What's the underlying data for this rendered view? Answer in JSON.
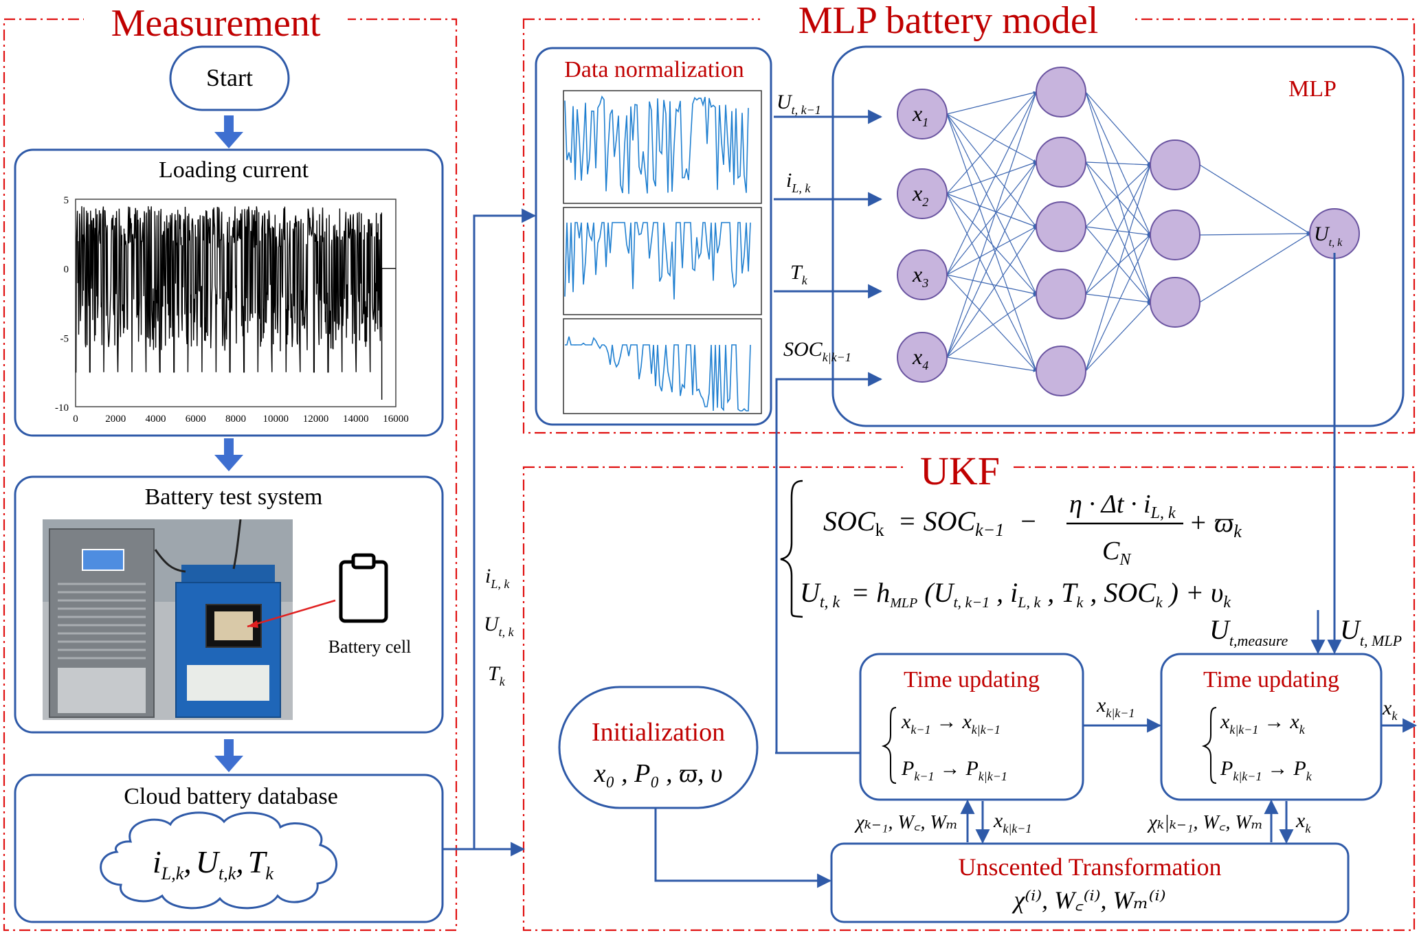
{
  "sections": {
    "measurement": "Measurement",
    "mlp_model": "MLP battery model",
    "ukf": "UKF"
  },
  "measurement": {
    "start": "Start",
    "loading_current": "Loading current",
    "battery_test_system": "Battery test system",
    "battery_cell": "Battery cell",
    "cloud_database": "Cloud battery database",
    "cloud_vars": [
      "i",
      "L,k",
      "U",
      "t,k",
      "T",
      "k"
    ]
  },
  "loading_chart": {
    "chart_data": {
      "type": "line",
      "title": "",
      "xlabel": "",
      "ylabel": "",
      "xlim": [
        0,
        16000
      ],
      "ylim": [
        -10,
        5
      ],
      "xticks": [
        "0",
        "2000",
        "4000",
        "6000",
        "8000",
        "10000",
        "12000",
        "14000",
        "16000"
      ],
      "yticks": [
        "5",
        "0",
        "-5",
        "-10"
      ],
      "series": [
        {
          "values_description": "dense charge/discharge current pulses between about -8 and 4.5 A, ending at 0 after about 15300 s"
        }
      ]
    }
  },
  "normalization": {
    "title": "Data normalization"
  },
  "mlp": {
    "label": "MLP",
    "inputs": [
      {
        "main": "U",
        "sub": "t, k−1"
      },
      {
        "main": "i",
        "sub": "L, k"
      },
      {
        "main": "T",
        "sub": "k"
      },
      {
        "main": "SOC",
        "sub": "k|k−1"
      }
    ],
    "input_nodes": [
      {
        "main": "x",
        "sub": "1"
      },
      {
        "main": "x",
        "sub": "2"
      },
      {
        "main": "x",
        "sub": "3"
      },
      {
        "main": "x",
        "sub": "4"
      }
    ],
    "output_node": {
      "main": "U",
      "sub": "t, k"
    }
  },
  "side_labels": [
    {
      "main": "i",
      "sub": "L, k"
    },
    {
      "main": "U",
      "sub": "t, k"
    },
    {
      "main": "T",
      "sub": "k"
    }
  ],
  "ukf": {
    "eq1": {
      "lhs": "SOC",
      "lhs_sub": "k",
      "rhs1": "= SOC",
      "rhs1_sub": "k−1",
      "num": "η · Δt · i",
      "num_sub": "L, k",
      "den": "C",
      "den_sub": "N",
      "noise": "+ ϖ",
      "noise_sub": "k"
    },
    "eq2": {
      "lhs": "U",
      "lhs_sub": "t, k",
      "eq": "= h",
      "h_sub": "MLP",
      "args": "(U",
      "a1_sub": "t, k−1",
      "a2": ", i",
      "a2_sub": "L, k",
      "a3": ", T",
      "a3_sub": "k",
      "a4": ", SOC",
      "a4_sub": "k",
      "tail": ") + υ",
      "tail_sub": "k"
    },
    "u_measure": {
      "main": "U",
      "sub": "t,measure"
    },
    "u_mlp": {
      "main": "U",
      "sub": "t, MLP"
    },
    "init_title": "Initialization",
    "init_vars": "x₀ , P₀ , ϖ, υ",
    "time_update_1": {
      "title": "Time updating",
      "l1a": "x",
      "l1a_sub": "k−1",
      "l1b": "x",
      "l1b_sub": "k|k−1",
      "l2a": "P",
      "l2a_sub": "k−1",
      "l2b": "P",
      "l2b_sub": "k|k−1"
    },
    "time_update_2": {
      "title": "Time updating",
      "l1a": "x",
      "l1a_sub": "k|k−1",
      "l1b": "x",
      "l1b_sub": "k",
      "l2a": "P",
      "l2a_sub": "k|k−1",
      "l2b": "P",
      "l2b_sub": "k"
    },
    "x_pred": {
      "main": "x",
      "sub": "k|k−1"
    },
    "x_out": {
      "main": "x",
      "sub": "k"
    },
    "ut_title": "Unscented Transformation",
    "ut_vars": "χ⁽ⁱ⁾, W꜀⁽ⁱ⁾, Wₘ⁽ⁱ⁾",
    "ut_in1": "χₖ₋₁, W꜀, Wₘ",
    "ut_out1": {
      "main": "x",
      "sub": "k|k−1"
    },
    "ut_in2": "χₖ|ₖ₋₁, W꜀, Wₘ",
    "ut_out2": {
      "main": "x",
      "sub": "k"
    }
  }
}
